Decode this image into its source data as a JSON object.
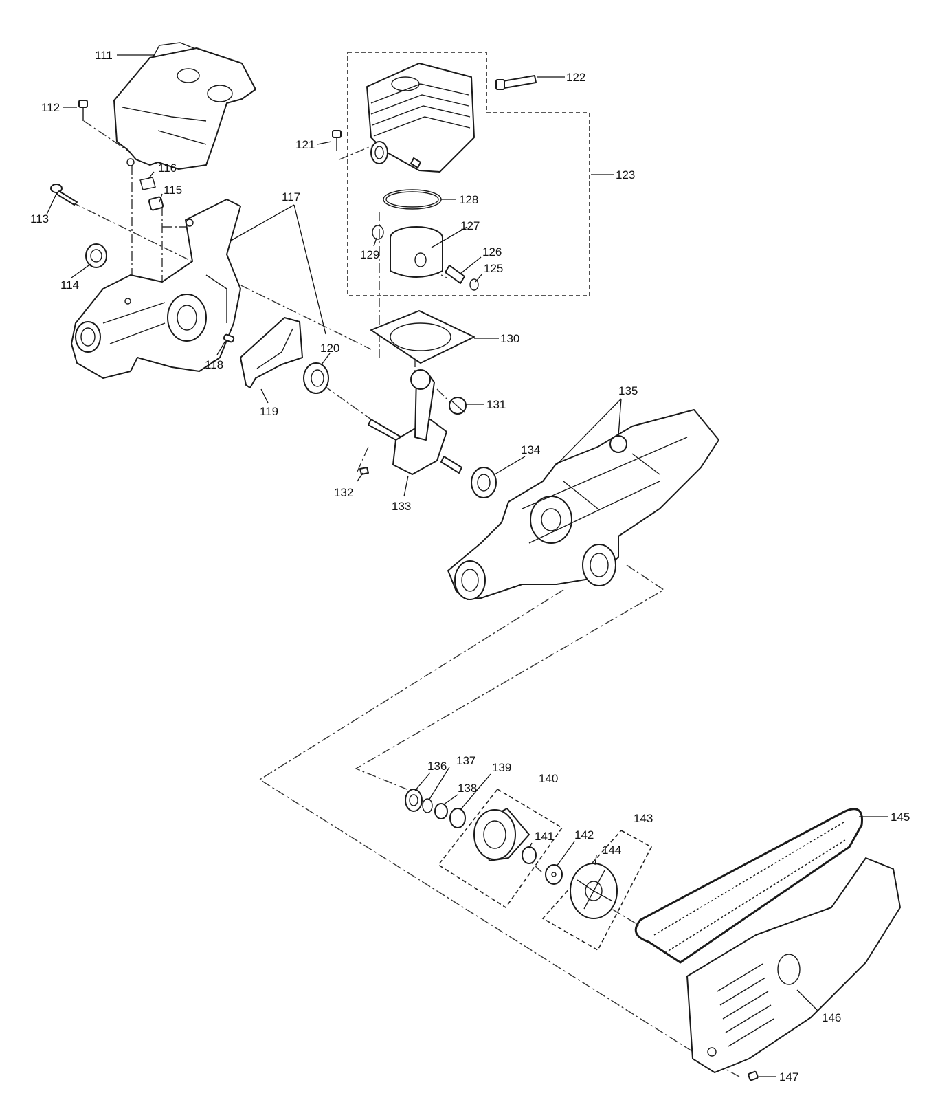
{
  "parts": [
    {
      "id": "p111",
      "label": "111"
    },
    {
      "id": "p112",
      "label": "112"
    },
    {
      "id": "p113",
      "label": "113"
    },
    {
      "id": "p114",
      "label": "114"
    },
    {
      "id": "p115",
      "label": "115"
    },
    {
      "id": "p116",
      "label": "116"
    },
    {
      "id": "p117",
      "label": "117"
    },
    {
      "id": "p118",
      "label": "118"
    },
    {
      "id": "p119",
      "label": "119"
    },
    {
      "id": "p120",
      "label": "120"
    },
    {
      "id": "p121",
      "label": "121"
    },
    {
      "id": "p122",
      "label": "122"
    },
    {
      "id": "p123",
      "label": "123"
    },
    {
      "id": "p125",
      "label": "125"
    },
    {
      "id": "p126",
      "label": "126"
    },
    {
      "id": "p127",
      "label": "127"
    },
    {
      "id": "p128",
      "label": "128"
    },
    {
      "id": "p129",
      "label": "129"
    },
    {
      "id": "p130",
      "label": "130"
    },
    {
      "id": "p131",
      "label": "131"
    },
    {
      "id": "p132",
      "label": "132"
    },
    {
      "id": "p133",
      "label": "133"
    },
    {
      "id": "p134",
      "label": "134"
    },
    {
      "id": "p135",
      "label": "135"
    },
    {
      "id": "p136",
      "label": "136"
    },
    {
      "id": "p137",
      "label": "137"
    },
    {
      "id": "p138",
      "label": "138"
    },
    {
      "id": "p139",
      "label": "139"
    },
    {
      "id": "p140",
      "label": "140"
    },
    {
      "id": "p141",
      "label": "141"
    },
    {
      "id": "p142",
      "label": "142"
    },
    {
      "id": "p143",
      "label": "143"
    },
    {
      "id": "p144",
      "label": "144"
    },
    {
      "id": "p145",
      "label": "145"
    },
    {
      "id": "p146",
      "label": "146"
    },
    {
      "id": "p147",
      "label": "147"
    }
  ]
}
